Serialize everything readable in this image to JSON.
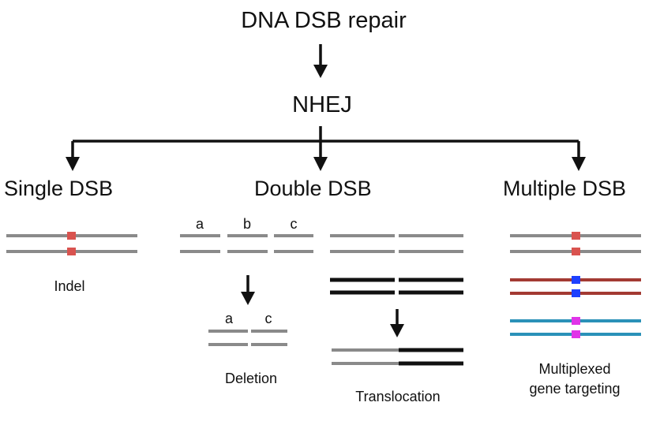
{
  "title": "DNA DSB repair",
  "pathway": "NHEJ",
  "branches": {
    "single": {
      "heading": "Single DSB",
      "caption": "Indel"
    },
    "double": {
      "heading": "Double DSB",
      "segment_labels": [
        "a",
        "b",
        "c"
      ],
      "deletion_labels": [
        "a",
        "c"
      ],
      "deletion_caption": "Deletion",
      "translocation_caption": "Translocation"
    },
    "multiple": {
      "heading": "Multiple DSB",
      "caption_line1": "Multiplexed",
      "caption_line2": "gene targeting"
    }
  },
  "colors": {
    "text": "#111111",
    "arrow": "#111111",
    "grey_strand": "#8a8a8a",
    "black_strand": "#111111",
    "red_mark": "#d9534f",
    "dark_red_strand": "#a33a33",
    "blue_mark": "#1e40ff",
    "teal_strand": "#2a91b8",
    "magenta_mark": "#e034e8"
  }
}
